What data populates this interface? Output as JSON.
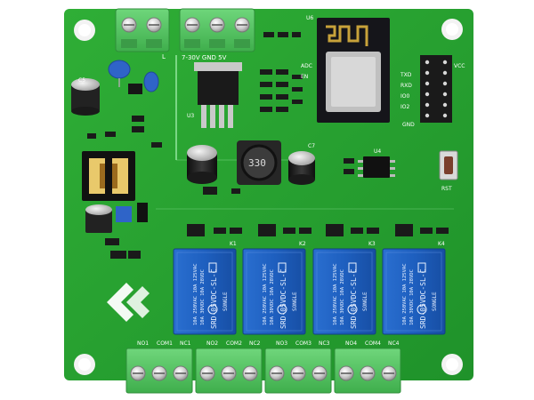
{
  "board": {
    "pcb_color": "#27a12e",
    "relay_color": "#1f5fbf",
    "terminal_color": "#59c965",
    "silk_color": "#ffffff",
    "photo_style": "product photo of a 4-channel relay module on a white background"
  },
  "labels": {
    "power_terminal": "7-30V GND 5V",
    "terminal_L": "L",
    "rst": "RST",
    "inductor_code": "330",
    "c7": "C7",
    "c5": "C5",
    "u3": "U3",
    "u6": "U6",
    "u4": "U4",
    "gnd": "GND",
    "txd": "TXD",
    "rxd": "RXD",
    "vcc": "VCC",
    "io0": "IO0",
    "io2": "IO2",
    "adc": "ADC",
    "en": "EN"
  },
  "relays": [
    {
      "line1": "10A 250VAC 10A 125VAC",
      "line2": "10A 30VDC 10A 28VDC",
      "model": "SRD-05VDC-SL-C",
      "brand": "SONGLE"
    },
    {
      "line1": "10A 250VAC 10A 125VAC",
      "line2": "10A 30VDC 10A 28VDC",
      "model": "SRD-05VDC-SL-C",
      "brand": "SONGLE"
    },
    {
      "line1": "10A 250VAC 10A 125VAC",
      "line2": "10A 30VDC 10A 28VDC",
      "model": "SRD-05VDC-SL-C",
      "brand": "SONGLE"
    },
    {
      "line1": "10A 250VAC 10A 125VAC",
      "line2": "10A 30VDC 10A 28VDC",
      "model": "SRD-05VDC-SL-C",
      "brand": "SONGLE"
    }
  ],
  "relay_labels": [
    "K1",
    "K2",
    "K3",
    "K4"
  ],
  "output_labels": [
    {
      "no": "NO1",
      "com": "COM1",
      "nc": "NC1"
    },
    {
      "no": "NO2",
      "com": "COM2",
      "nc": "NC2"
    },
    {
      "no": "NO3",
      "com": "COM3",
      "nc": "NC3"
    },
    {
      "no": "NO4",
      "com": "COM4",
      "nc": "NC4"
    }
  ]
}
